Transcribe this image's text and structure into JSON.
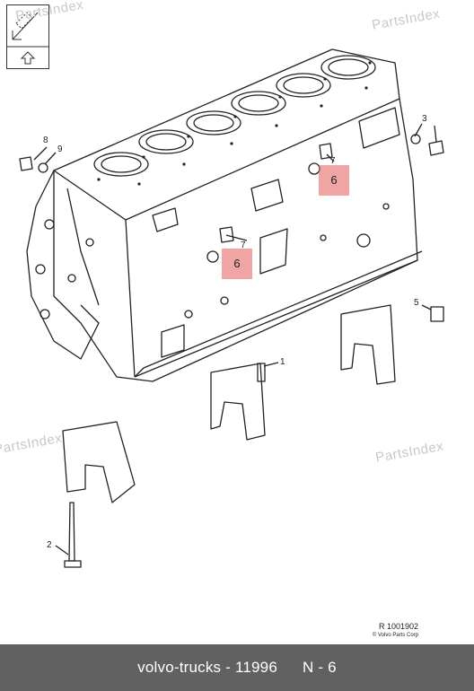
{
  "watermark": {
    "text": "PartsIndex"
  },
  "diagram": {
    "callouts": {
      "c1": "1",
      "c2": "2",
      "c3": "3",
      "c5": "5",
      "c7a": "7",
      "c7b": "7",
      "c8": "8",
      "c9": "9"
    },
    "highlight_top": "6",
    "highlight_bottom": "6",
    "reference_code": "R 1001902",
    "copyright": "© Volvo Parts Corp"
  },
  "footer": {
    "brand_part": "volvo-trucks - 11996",
    "item": "N - 6"
  },
  "colors": {
    "highlight": "#e65a5a",
    "footer_bg": "#616161",
    "line": "#222222"
  }
}
